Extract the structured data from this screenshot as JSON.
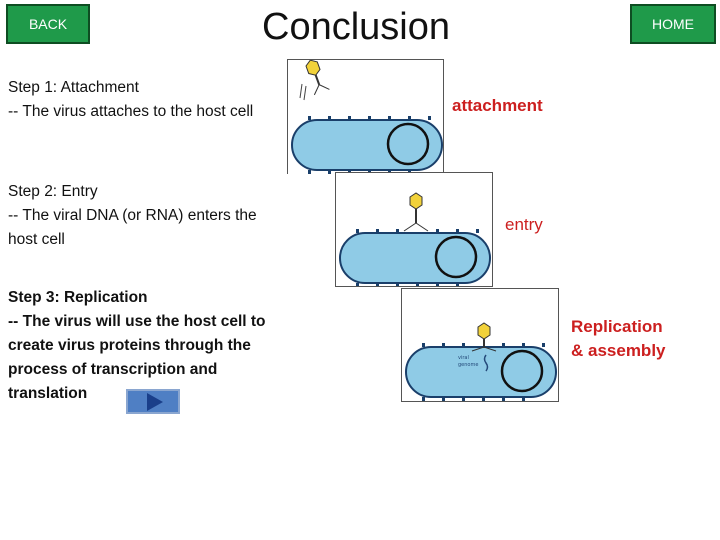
{
  "nav": {
    "back_label": "BACK",
    "home_label": "HOME"
  },
  "title": "Conclusion",
  "steps": [
    {
      "heading": "Step 1: Attachment",
      "text": "-- The virus attaches to the host cell"
    },
    {
      "heading": "Step 2: Entry",
      "text": "-- The viral DNA (or RNA) enters the host cell"
    },
    {
      "heading": "Step 3: Replication",
      "text": "-- The virus will use the host cell to create virus proteins through the process of transcription and translation"
    }
  ],
  "labels": {
    "attachment": "attachment",
    "entry": "entry",
    "replication_line1": "Replication",
    "replication_line2": "& assembly"
  },
  "diagram": {
    "viral_genome_line1": "viral",
    "viral_genome_line2": "genome"
  },
  "colors": {
    "button_green": "#1f9a4a",
    "label_red": "#cc1f1f",
    "cell_blue": "#8fcbe6",
    "next_blue": "#4f7fc4"
  },
  "icons": {
    "next": "play-arrow-icon"
  }
}
